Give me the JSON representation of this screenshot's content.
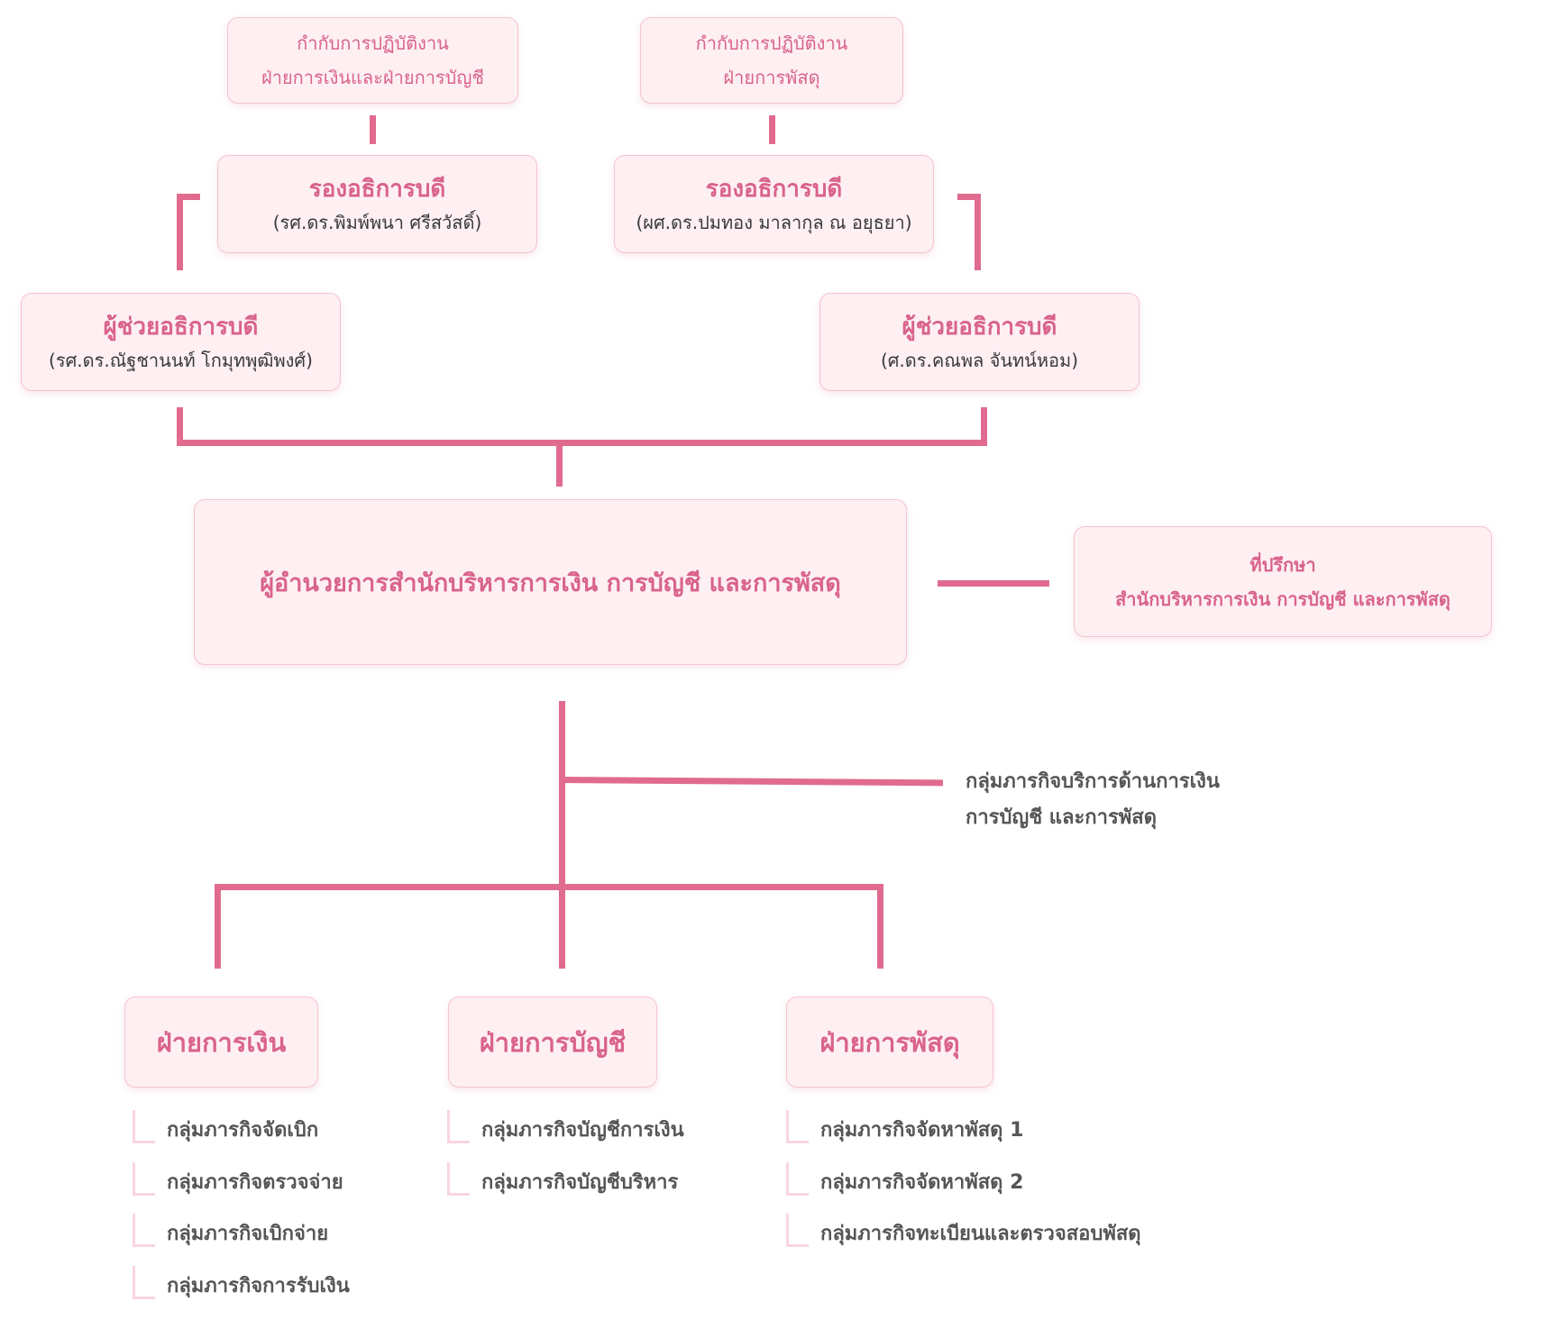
{
  "oversight": {
    "finance_accounting": [
      "กำกับการปฏิบัติงาน",
      "ฝ่ายการเงินและฝ่ายการบัญชี"
    ],
    "procurement": [
      "กำกับการปฏิบัติงาน",
      "ฝ่ายการพัสดุ"
    ]
  },
  "vice_presidents": [
    {
      "title": "รองอธิการบดี",
      "name": "(รศ.ดร.พิมพ์พนา ศรีสวัสดิ์)"
    },
    {
      "title": "รองอธิการบดี",
      "name": "(ผศ.ดร.ปมทอง มาลากุล ณ อยุธยา)"
    }
  ],
  "assistant_presidents": [
    {
      "title": "ผู้ช่วยอธิการบดี",
      "name": "(รศ.ดร.ณัฐชานนท์ โกมุทพุฒิพงศ์)"
    },
    {
      "title": "ผู้ช่วยอธิการบดี",
      "name": "(ศ.ดร.คณพล จันทน์หอม)"
    }
  ],
  "director": {
    "title": "ผู้อำนวยการสำนักบริหารการเงิน การบัญชี และการพัสดุ"
  },
  "advisor": {
    "line1": "ที่ปรึกษา",
    "line2": "สำนักบริหารการเงิน การบัญชี และการพัสดุ"
  },
  "service_group": {
    "line1": "กลุ่มภารกิจบริการด้านการเงิน",
    "line2": "การบัญชี และการพัสดุ"
  },
  "units": [
    {
      "title": "ฝ่ายการเงิน",
      "groups": [
        "กลุ่มภารกิจจัดเบิก",
        "กลุ่มภารกิจตรวจจ่าย",
        "กลุ่มภารกิจเบิกจ่าย",
        "กลุ่มภารกิจการรับเงิน"
      ]
    },
    {
      "title": "ฝ่ายการบัญชี",
      "groups": [
        "กลุ่มภารกิจบัญชีการเงิน",
        "กลุ่มภารกิจบัญชีบริหาร"
      ]
    },
    {
      "title": "ฝ่ายการพัสดุ",
      "groups": [
        "กลุ่มภารกิจจัดหาพัสดุ 1",
        "กลุ่มภารกิจจัดหาพัสดุ 2",
        "กลุ่มภารกิจทะเบียนและตรวจสอบพัสดุ"
      ]
    }
  ],
  "colors": {
    "accent": "#e06b8f",
    "box_bg": "#fdeff2",
    "box_border": "#f6c3cf",
    "text_pink": "#d9638a",
    "text_gray": "#555555"
  }
}
